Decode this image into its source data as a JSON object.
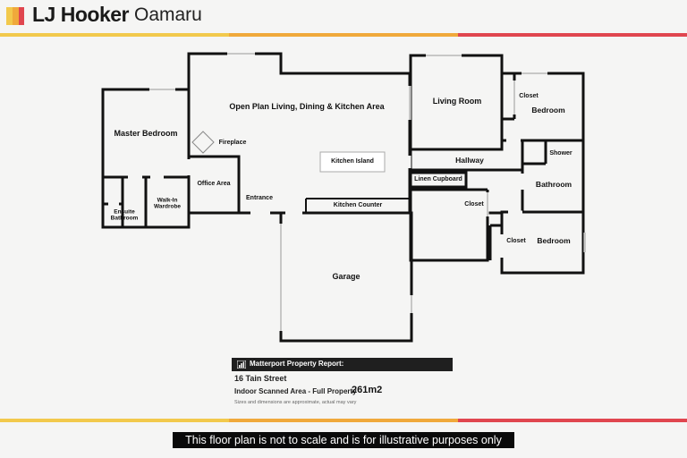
{
  "header": {
    "brand": "LJ Hooker",
    "office": "Oamaru",
    "stripe_colors": [
      "#f2c94c",
      "#f0a93b",
      "#e0464f"
    ]
  },
  "floor_plan": {
    "rooms": {
      "open_plan": "Open Plan Living, Dining & Kitchen Area",
      "living_room": "Living Room",
      "closet_top": "Closet",
      "bedroom_top": "Bedroom",
      "master_bedroom": "Master Bedroom",
      "fireplace": "Fireplace",
      "kitchen_island": "Kitchen Island",
      "hallway": "Hallway",
      "shower": "Shower",
      "office_area": "Office Area",
      "entrance": "Entrance",
      "linen_cupboard": "Linen Cupboard",
      "bathroom": "Bathroom",
      "ensuite_bathroom": "Ensuite Bathroom",
      "walk_in_wardrobe": "Walk-In Wardrobe",
      "kitchen_counter": "Kitchen Counter",
      "closet_mid": "Closet",
      "closet_bottom": "Closet",
      "bedroom_bottom": "Bedroom",
      "garage": "Garage"
    }
  },
  "report": {
    "title": "Matterport Property Report:",
    "address": "16 Tain Street",
    "area_label": "Indoor Scanned Area - Full Property",
    "area_value": "261m2",
    "disclaimer": "Sizes and dimensions are approximate, actual may vary"
  },
  "footer": {
    "note": "This floor plan is not to scale and is for illustrative purposes only"
  }
}
